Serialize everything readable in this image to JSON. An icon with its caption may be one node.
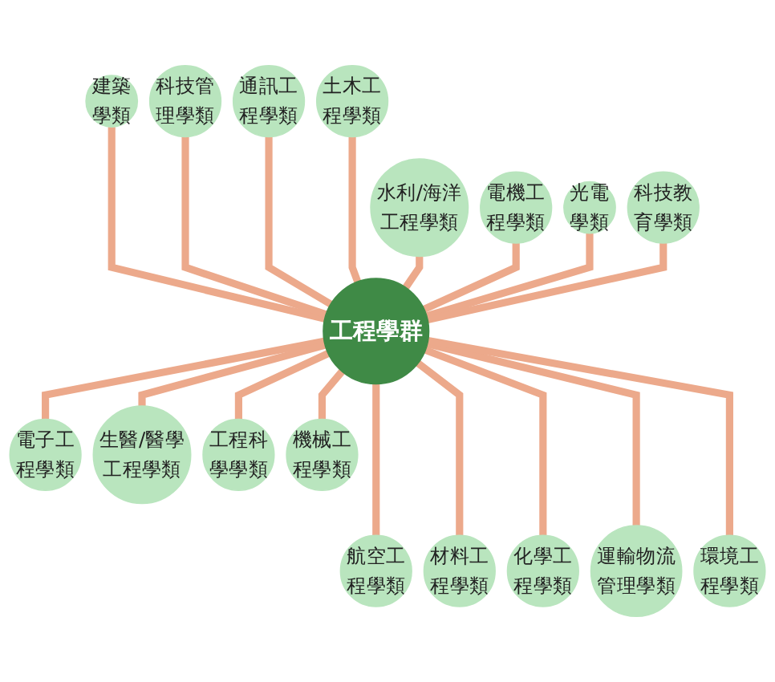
{
  "diagram": {
    "nodes": [
      {
        "text": [
          "工程學群"
        ]
      },
      {
        "text": [
          "建築學類"
        ]
      },
      {
        "text": [
          "科技管理學類"
        ]
      },
      {
        "text": [
          "通訊工程學類"
        ]
      },
      {
        "text": [
          "土木工程學類"
        ]
      },
      {
        "text": [
          "水利/海洋工程學類"
        ]
      },
      {
        "text": [
          "電機工程學類"
        ]
      },
      {
        "text": [
          "光電學類"
        ]
      },
      {
        "text": [
          "科技教育學類"
        ]
      },
      {
        "text": [
          "電子工程學類"
        ]
      },
      {
        "text": [
          "生醫/醫學工程學類"
        ]
      },
      {
        "text": [
          "航空工程學類"
        ]
      },
      {
        "text": [
          "工程科學學類"
        ]
      },
      {
        "text": [
          "材料工程學類"
        ]
      },
      {
        "text": [
          "機械工程學類"
        ]
      },
      {
        "text": [
          "化學工程學類"
        ]
      },
      {
        "text": [
          "運輸物流管理學類"
        ]
      },
      {
        "text": [
          "環境工程學類"
        ]
      }
    ],
    "edges": [
      {
        "from": 1,
        "to": 0,
        "arrow": "none"
      },
      {
        "from": 2,
        "to": 0,
        "arrow": "none"
      },
      {
        "from": 3,
        "to": 0,
        "arrow": "none"
      },
      {
        "from": 4,
        "to": 0,
        "arrow": "none"
      },
      {
        "from": 5,
        "to": 0,
        "arrow": "none"
      },
      {
        "from": 6,
        "to": 0,
        "arrow": "none"
      },
      {
        "from": 7,
        "to": 0,
        "arrow": "none"
      },
      {
        "from": 8,
        "to": 0,
        "arrow": "none"
      },
      {
        "from": 0,
        "to": 9,
        "arrow": "none"
      },
      {
        "from": 0,
        "to": 10,
        "arrow": "none"
      },
      {
        "from": 0,
        "to": 11,
        "arrow": "none"
      },
      {
        "from": 0,
        "to": 12,
        "arrow": "none"
      },
      {
        "from": 0,
        "to": 13,
        "arrow": "none"
      },
      {
        "from": 0,
        "to": 14,
        "arrow": "none"
      },
      {
        "from": 0,
        "to": 15,
        "arrow": "none"
      },
      {
        "from": 0,
        "to": 16,
        "arrow": "none"
      },
      {
        "from": 0,
        "to": 17,
        "arrow": "none"
      }
    ]
  }
}
